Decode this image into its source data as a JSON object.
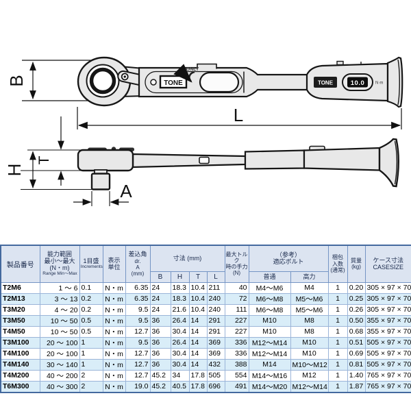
{
  "diagram": {
    "dim_b": "B",
    "dim_l": "L",
    "dim_h": "H",
    "dim_t": "T",
    "dim_a": "A",
    "brand": "TONE",
    "brand_handle": "TONE",
    "only_label": "ONLY",
    "torque_display": "10.0",
    "torque_unit": "N·m"
  },
  "table": {
    "headers": {
      "model": "製品番号",
      "capacity": {
        "l1": "能力範囲",
        "l2": "最小～最大",
        "l3": "(N・m)",
        "l4": "Range Min～Max"
      },
      "increment": {
        "l1": "1目盛",
        "l2": "Increments"
      },
      "unit": {
        "l1": "表示",
        "l2": "単位"
      },
      "drive": {
        "l1": "差込角",
        "l2": "dr.",
        "l3": "A",
        "l4": "(mm)"
      },
      "dimensions": "寸法 (mm)",
      "dim_cols": [
        "B",
        "H",
        "T",
        "L"
      ],
      "force": {
        "l1": "最大トルク",
        "l2": "時の手力",
        "l3": "(N)"
      },
      "bolts": {
        "l1": "（参考）",
        "l2": "適応ボルト"
      },
      "bolt_normal": "普通",
      "bolt_high": "高力",
      "pack": {
        "l1": "梱包",
        "l2": "入数",
        "l3": "(通常)"
      },
      "mass": {
        "l1": "質量",
        "l2": "(kg)"
      },
      "case_size": {
        "l1": "ケース寸法",
        "l2": "CASESIZE"
      }
    },
    "row_keys": [
      "model",
      "range",
      "increment",
      "unit",
      "drive",
      "b",
      "h",
      "t",
      "l",
      "force",
      "bolt_normal",
      "bolt_high",
      "pack",
      "mass",
      "case_size"
    ],
    "rows": [
      {
        "model": "T2M6",
        "range": " 1 ～   6",
        "increment": "0.1",
        "unit": "N・m",
        "drive": "6.35",
        "b": "24",
        "h": "18.3",
        "t": "10.4",
        "l": "211",
        "force": "40",
        "bolt_normal": "M4～M6",
        "bolt_high": "M4",
        "pack": "1",
        "mass": "0.20",
        "case_size": "305 × 97 × 70"
      },
      {
        "model": "T2M13",
        "range": " 3 ～  13",
        "increment": "0.2",
        "unit": "N・m",
        "drive": "6.35",
        "b": "24",
        "h": "18.3",
        "t": "10.4",
        "l": "240",
        "force": "72",
        "bolt_normal": "M6～M8",
        "bolt_high": "M5～M6",
        "pack": "1",
        "mass": "0.25",
        "case_size": "305 × 97 × 70"
      },
      {
        "model": "T3M20",
        "range": " 4 ～  20",
        "increment": "0.2",
        "unit": "N・m",
        "drive": "9.5",
        "b": "24",
        "h": "21.6",
        "t": "10.4",
        "l": "240",
        "force": "111",
        "bolt_normal": "M6～M8",
        "bolt_high": "M5～M6",
        "pack": "1",
        "mass": "0.26",
        "case_size": "305 × 97 × 70"
      },
      {
        "model": "T3M50",
        "range": "10 ～  50",
        "increment": "0.5",
        "unit": "N・m",
        "drive": "9.5",
        "b": "36",
        "h": "26.4",
        "t": "14",
        "l": "291",
        "force": "227",
        "bolt_normal": "M10",
        "bolt_high": "M8",
        "pack": "1",
        "mass": "0.50",
        "case_size": "355 × 97 × 70"
      },
      {
        "model": "T4M50",
        "range": "10 ～  50",
        "increment": "0.5",
        "unit": "N・m",
        "drive": "12.7",
        "b": "36",
        "h": "30.4",
        "t": "14",
        "l": "291",
        "force": "227",
        "bolt_normal": "M10",
        "bolt_high": "M8",
        "pack": "1",
        "mass": "0.68",
        "case_size": "355 × 97 × 70"
      },
      {
        "model": "T3M100",
        "range": "20 ～ 100",
        "increment": "1",
        "unit": "N・m",
        "drive": "9.5",
        "b": "36",
        "h": "26.4",
        "t": "14",
        "l": "369",
        "force": "336",
        "bolt_normal": "M12～M14",
        "bolt_high": "M10",
        "pack": "1",
        "mass": "0.51",
        "case_size": "505 × 97 × 70"
      },
      {
        "model": "T4M100",
        "range": "20 ～ 100",
        "increment": "1",
        "unit": "N・m",
        "drive": "12.7",
        "b": "36",
        "h": "30.4",
        "t": "14",
        "l": "369",
        "force": "336",
        "bolt_normal": "M12～M14",
        "bolt_high": "M10",
        "pack": "1",
        "mass": "0.69",
        "case_size": "505 × 97 × 70"
      },
      {
        "model": "T4M140",
        "range": "30 ～ 140",
        "increment": "1",
        "unit": "N・m",
        "drive": "12.7",
        "b": "36",
        "h": "30.4",
        "t": "14",
        "l": "432",
        "force": "388",
        "bolt_normal": "M14",
        "bolt_high": "M10～M12",
        "pack": "1",
        "mass": "0.81",
        "case_size": "505 × 97 × 70"
      },
      {
        "model": "T4M200",
        "range": "40 ～ 200",
        "increment": "2",
        "unit": "N・m",
        "drive": "12.7",
        "b": "45.2",
        "h": "34",
        "t": "17.8",
        "l": "505",
        "force": "554",
        "bolt_normal": "M14～M16",
        "bolt_high": "M12",
        "pack": "1",
        "mass": "1.40",
        "case_size": "765 × 97 × 70"
      },
      {
        "model": "T6M300",
        "range": "40 ～ 300",
        "increment": "2",
        "unit": "N・m",
        "drive": "19.0",
        "b": "45.2",
        "h": "40.5",
        "t": "17.8",
        "l": "696",
        "force": "491",
        "bolt_normal": "M14～M20",
        "bolt_high": "M12～M14",
        "pack": "1",
        "mass": "1.87",
        "case_size": "765 × 97 × 70"
      }
    ]
  }
}
